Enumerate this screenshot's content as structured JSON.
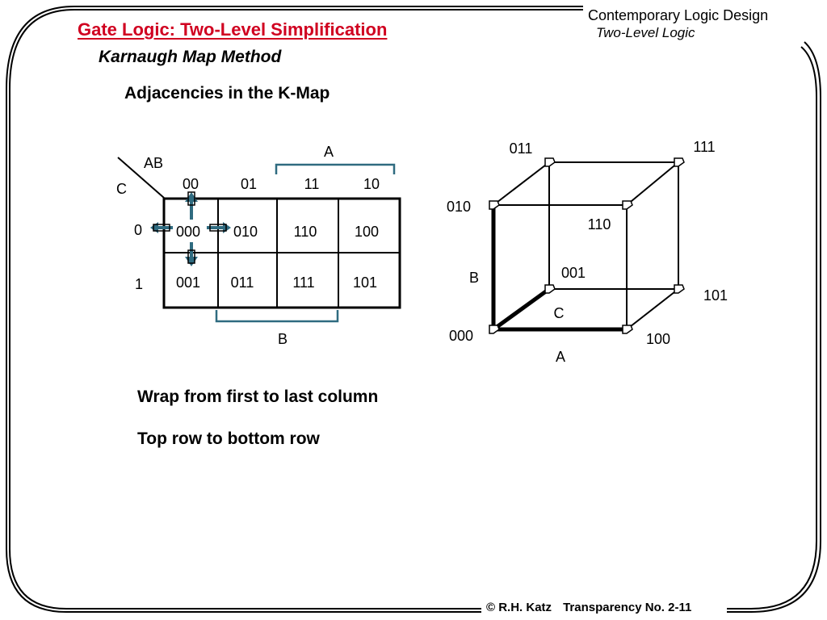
{
  "header": {
    "title": "Gate Logic: Two-Level Simplification",
    "subtitle": "Karnaugh Map Method",
    "course": "Contemporary Logic Design",
    "course_sub": "Two-Level Logic"
  },
  "heading": "Adjacencies in the K-Map",
  "kmap": {
    "corner_top": "AB",
    "corner_left": "C",
    "column_headers": [
      "00",
      "01",
      "11",
      "10"
    ],
    "row_headers": [
      "0",
      "1"
    ],
    "cells": [
      [
        "000",
        "010",
        "110",
        "100"
      ],
      [
        "001",
        "011",
        "111",
        "101"
      ]
    ],
    "label_a": "A",
    "label_b": "B",
    "arrow_color": "#2f6b80",
    "bracket_color": "#2f6b80"
  },
  "cube": {
    "vertices": {
      "v011": "011",
      "v111": "111",
      "v010": "010",
      "v110": "110",
      "v001": "001",
      "v101": "101",
      "v000": "000",
      "v100": "100"
    },
    "axis_b": "B",
    "axis_c": "C",
    "axis_a": "A"
  },
  "notes": [
    "Wrap from first to last column",
    "Top row to bottom row"
  ],
  "footer": {
    "copyright": "© R.H. Katz",
    "transparency": "Transparency No. 2-11"
  }
}
